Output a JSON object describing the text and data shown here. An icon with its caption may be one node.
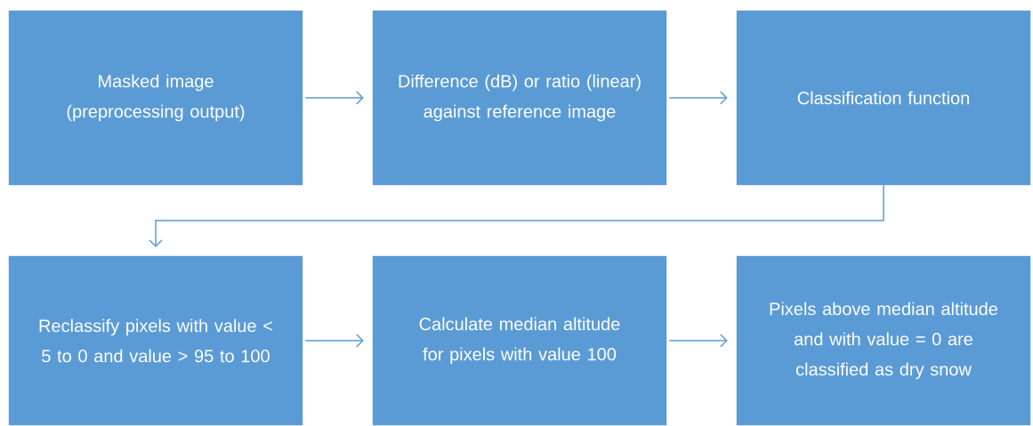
{
  "diagram": {
    "nodes": [
      {
        "text": [
          "Masked image (preprocessing output)"
        ]
      },
      {
        "text": [
          "Difference (dB) or ratio (linear) against reference image"
        ]
      },
      {
        "text": [
          "Classification function"
        ]
      },
      {
        "text": [
          "Reclassify pixels with value < 5 to 0 and value > 95 to 100"
        ]
      },
      {
        "text": [
          "Calculate median altitude for pixels with value 100"
        ]
      },
      {
        "text": [
          "Pixels above median altitude and with value = 0 are classified as dry snow"
        ]
      }
    ],
    "edges": [
      {
        "from": 0,
        "to": 1,
        "arrow": "to"
      },
      {
        "from": 1,
        "to": 2,
        "arrow": "to"
      },
      {
        "from": 2,
        "to": 3,
        "arrow": "to"
      },
      {
        "from": 3,
        "to": 4,
        "arrow": "to"
      },
      {
        "from": 4,
        "to": 5,
        "arrow": "to"
      }
    ]
  }
}
